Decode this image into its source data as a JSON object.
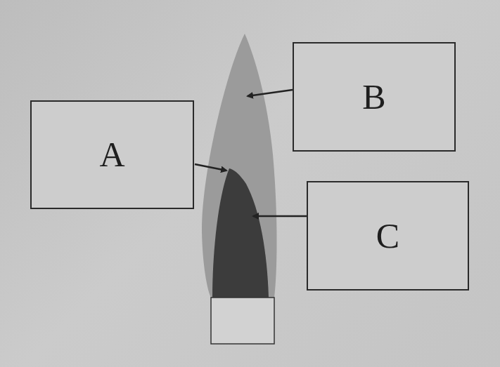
{
  "diagram": {
    "nodes": [
      {
        "text": [
          "B"
        ]
      },
      {
        "text": [
          "A"
        ]
      },
      {
        "text": [
          "C"
        ]
      }
    ]
  }
}
